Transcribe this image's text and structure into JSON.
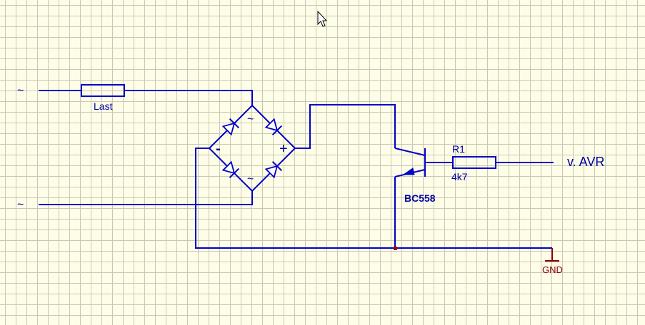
{
  "labels": {
    "ac_top": "~",
    "ac_bottom": "~",
    "load_resistor": "Last",
    "bridge_ac_top": "~",
    "bridge_ac_bottom": "~",
    "bridge_minus": "-",
    "bridge_plus": "+",
    "transistor": "BC558",
    "resistor_ref": "R1",
    "resistor_value": "4k7",
    "output": "v. AVR",
    "ground": "GND"
  },
  "colors": {
    "wire": "#0000c8",
    "label": "#0000a0",
    "junction": "#a00000",
    "ground": "#8b0000",
    "background": "#fdfde8",
    "grid": "#c8c8b4"
  },
  "icons": {
    "cursor": "mouse-pointer-icon"
  }
}
